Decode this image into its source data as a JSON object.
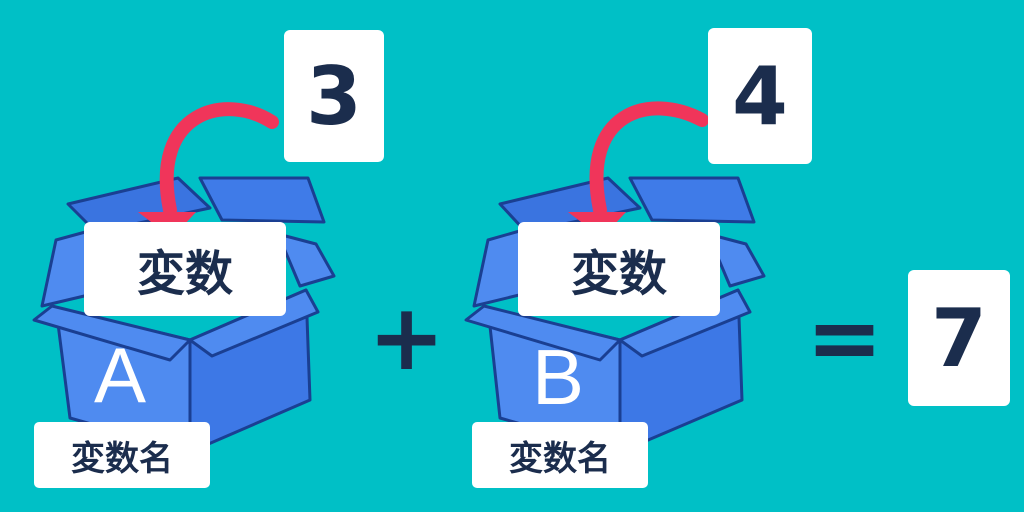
{
  "box_a": {
    "value": "3",
    "tag": "変数",
    "letter": "A",
    "name_label": "変数名"
  },
  "box_b": {
    "value": "4",
    "tag": "変数",
    "letter": "B",
    "name_label": "変数名"
  },
  "operator_plus": "+",
  "operator_equals": "=",
  "result": "7",
  "colors": {
    "background": "#00c0c6",
    "box_fill": "#4f8bf0",
    "box_outline": "#1a3f92",
    "arrow": "#f0355a",
    "text_dark": "#1b2d4d",
    "card": "#ffffff"
  }
}
